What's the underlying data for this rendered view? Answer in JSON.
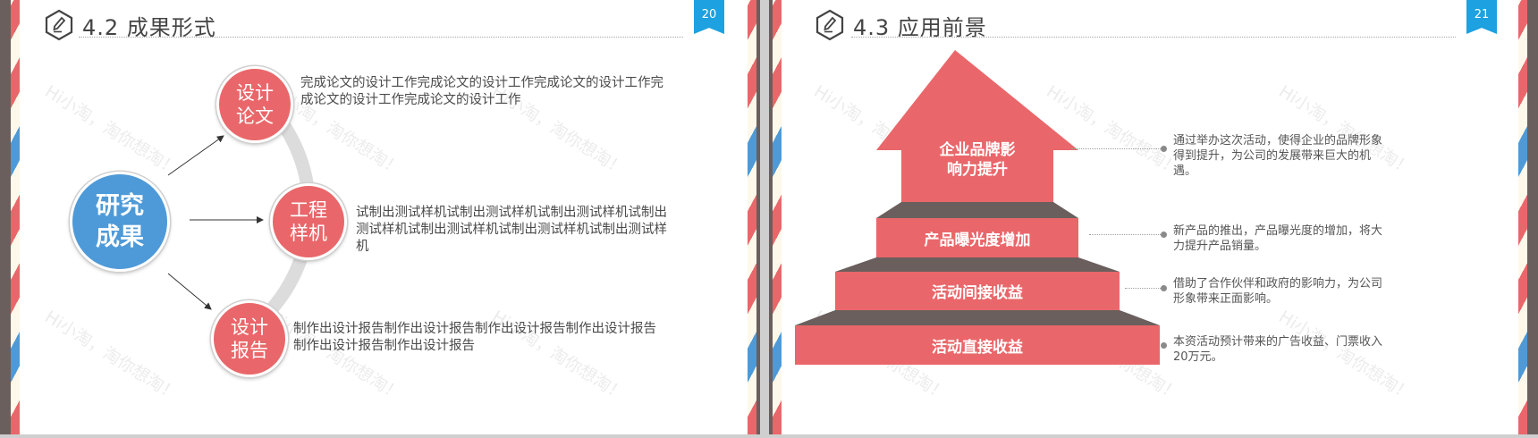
{
  "slides": [
    {
      "page_number": "20",
      "title": "4.2 成果形式",
      "title_icon": "pencil-hexagon-icon",
      "center_node": {
        "label_line1": "研究",
        "label_line2": "成果",
        "color": "#4e9ad8"
      },
      "branches": [
        {
          "label_line1": "设计",
          "label_line2": "论文",
          "color": "#e9676a",
          "description": "完成论文的设计工作完成论文的设计工作完成论文的设计工作完成论文的设计工作完成论文的设计工作"
        },
        {
          "label_line1": "工程",
          "label_line2": "样机",
          "color": "#e9676a",
          "description": "试制出测试样机试制出测试样机试制出测试样机试制出测试样机试制出测试样机试制出测试样机试制出测试样机"
        },
        {
          "label_line1": "设计",
          "label_line2": "报告",
          "color": "#e9676a",
          "description": "制作出设计报告制作出设计报告制作出设计报告制作出设计报告制作出设计报告制作出设计报告"
        }
      ]
    },
    {
      "page_number": "21",
      "title": "4.3 应用前景",
      "title_icon": "pencil-hexagon-icon",
      "levels": [
        {
          "label_line1": "企业品牌影",
          "label_line2": "响力提升",
          "note": "通过举办这次活动，使得企业的品牌形象得到提升，为公司的发展带来巨大的机遇。"
        },
        {
          "label": "产品曝光度增加",
          "note": "新产品的推出，产品曝光度的增加，将大力提升产品销量。"
        },
        {
          "label": "活动间接收益",
          "note": "借助了合作伙伴和政府的影响力，为公司形象带来正面影响。"
        },
        {
          "label": "活动直接收益",
          "note": "本资活动预计带来的广告收益、门票收入20万元。"
        }
      ]
    }
  ],
  "watermark_text": "Hi小淘，淘你想淘！",
  "colors": {
    "accent_red": "#e9676a",
    "accent_blue": "#4e9ad8",
    "step_shadow": "#6a5f5d",
    "badge_blue": "#1da1e0"
  }
}
